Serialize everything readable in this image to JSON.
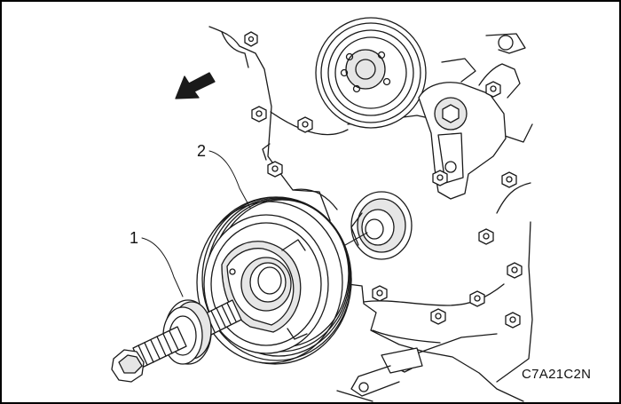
{
  "diagram": {
    "callouts": [
      {
        "id": "1",
        "text": "1",
        "target": "puller-tool"
      },
      {
        "id": "2",
        "text": "2",
        "target": "crankshaft-pulley"
      }
    ],
    "figure_code": "C7A21C2N",
    "direction_arrow": "front-of-engine-indicator",
    "colors": {
      "line": "#1a1a1a",
      "fill": "#ffffff",
      "shade": "#e6e6e6",
      "dark": "#bdbdbd"
    }
  }
}
